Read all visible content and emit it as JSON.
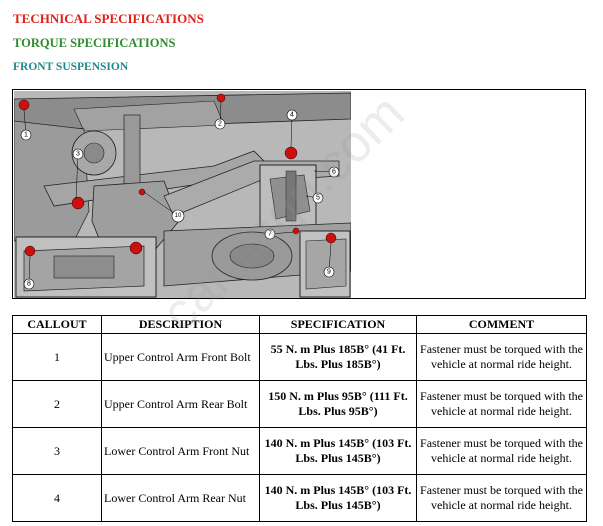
{
  "headings": {
    "section": "TECHNICAL SPECIFICATIONS",
    "subsection": "TORQUE SPECIFICATIONS",
    "topic": "FRONT SUSPENSION"
  },
  "figure": {
    "callouts": [
      "1",
      "2",
      "3",
      "4",
      "5",
      "6",
      "7",
      "8",
      "9",
      "10"
    ]
  },
  "table": {
    "headers": {
      "callout": "CALLOUT",
      "description": "DESCRIPTION",
      "specification": "SPECIFICATION",
      "comment": "COMMENT"
    },
    "rows": [
      {
        "callout": "1",
        "description": "Upper Control Arm Front Bolt",
        "specification": "55 N. m Plus 185B° (41 Ft. Lbs. Plus 185B°)",
        "comment": "Fastener must be torqued with the vehicle at normal ride height."
      },
      {
        "callout": "2",
        "description": "Upper Control Arm Rear Bolt",
        "specification": "150 N. m Plus 95B° (111 Ft. Lbs. Plus 95B°)",
        "comment": "Fastener must be torqued with the vehicle at normal ride height."
      },
      {
        "callout": "3",
        "description": "Lower Control Arm Front Nut",
        "specification": "140 N. m Plus 145B° (103 Ft. Lbs. Plus 145B°)",
        "comment": "Fastener must be torqued with the vehicle at normal ride height."
      },
      {
        "callout": "4",
        "description": "Lower Control Arm Rear Nut",
        "specification": "140 N. m Plus 145B° (103 Ft. Lbs. Plus 145B°)",
        "comment": "Fastener must be torqued with the vehicle at normal ride height."
      }
    ]
  },
  "watermark": "cardiagn.com"
}
